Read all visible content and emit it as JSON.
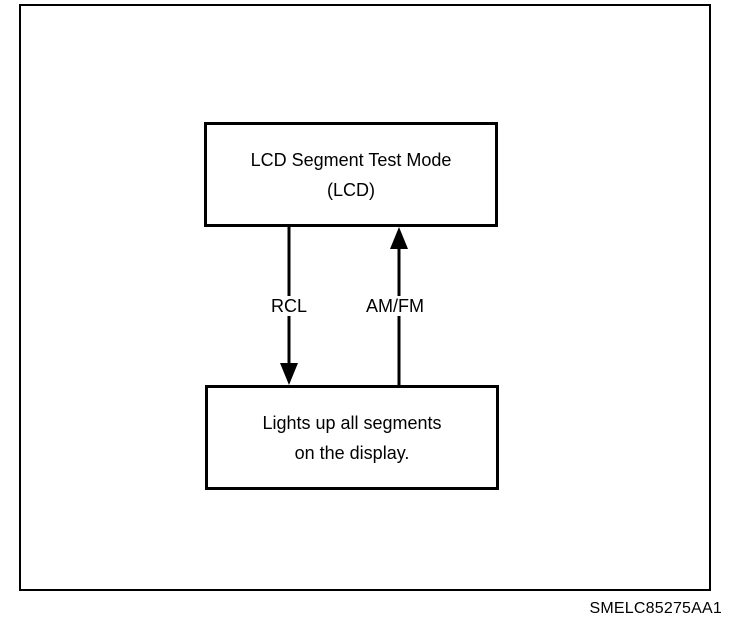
{
  "diagram": {
    "top_box": {
      "line1": "LCD Segment Test Mode",
      "line2": "(LCD)"
    },
    "bottom_box": {
      "line1": "Lights up all segments",
      "line2": "on the display."
    },
    "arrows": {
      "down_label": "RCL",
      "up_label": "AM/FM"
    },
    "figure_id": "SMELC85275AA1"
  }
}
